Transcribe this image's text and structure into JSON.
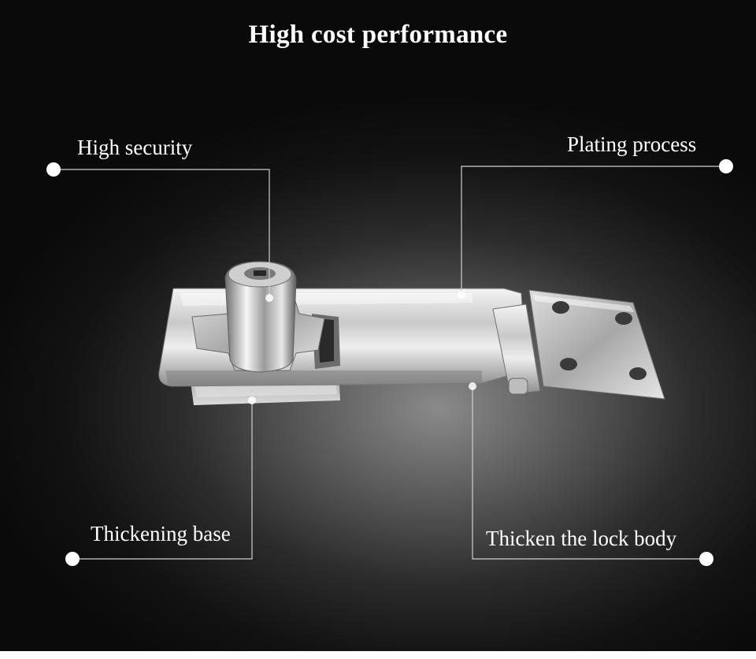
{
  "title": "High cost performance",
  "callouts": {
    "high_security": "High security",
    "plating_process": "Plating process",
    "thickening_base": "Thickening base",
    "thicken_lock_body": "Thicken the lock body"
  },
  "colors": {
    "background": "#0b0b0b",
    "text": "#ffffff",
    "line": "#d0d0d0"
  }
}
